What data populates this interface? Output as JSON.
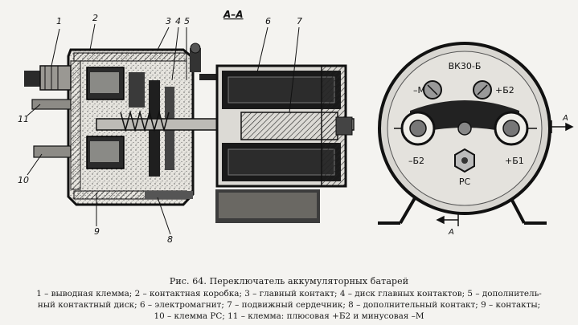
{
  "section_label": "А–А",
  "callouts": [
    "1",
    "2",
    "3",
    "4",
    "5",
    "6",
    "7",
    "8",
    "9",
    "10",
    "11"
  ],
  "device_label": "ВК30-Б",
  "terminal_labels": {
    "minus_m": "–М",
    "plus_b2": "+Б2",
    "minus_b2": "–Б2",
    "plus_b1": "+Б1",
    "rs": "РС"
  },
  "arrow_label": "А",
  "caption": {
    "title": "Рис. 64. Переключатель аккумуляторных батарей",
    "lines": [
      "1 – выводная клемма; 2 – контактная коробка; 3 – главный контакт; 4 – диск главных контактов; 5 – дополнитель-",
      "ный контактный диск; 6 – электромагнит; 7 – подвижный сердечник; 8 – дополнительный контакт; 9 – контакты;",
      "10 – клемма РС; 11 – клемма: плюсовая +Б2 и минусовая –М"
    ]
  }
}
